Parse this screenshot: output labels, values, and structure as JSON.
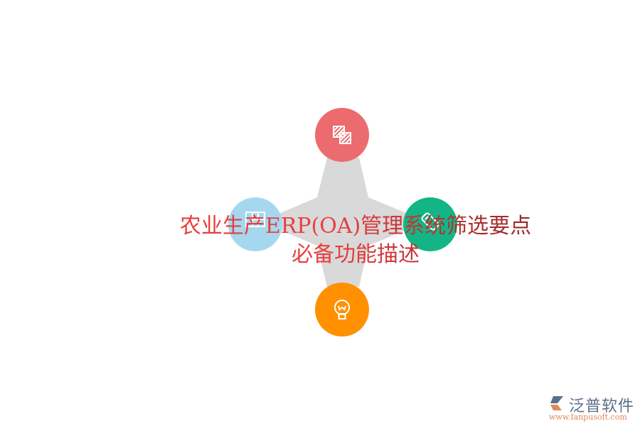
{
  "diagram": {
    "title_line1": "农业生产ERP(OA)管理系统筛选要点",
    "title_line2": "必备功能描述",
    "star_color": "#d9d9d9",
    "nodes": [
      {
        "position": "top",
        "icon": "layers-icon",
        "color": "#ec6b6e"
      },
      {
        "position": "left",
        "icon": "grid-window-icon",
        "color": "#a5d8ef"
      },
      {
        "position": "right",
        "icon": "tag-icon",
        "color": "#13b586"
      },
      {
        "position": "bottom",
        "icon": "lightbulb-icon",
        "color": "#ff9100"
      }
    ]
  },
  "logo": {
    "name": "泛普软件",
    "url": "www.fanpusoft.com"
  }
}
